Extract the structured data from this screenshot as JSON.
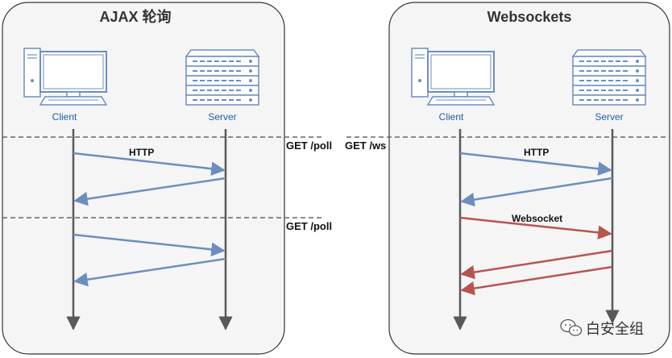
{
  "panels": {
    "left": {
      "title": "AJAX 轮询",
      "client_label": "Client",
      "server_label": "Server"
    },
    "right": {
      "title": "Websockets",
      "client_label": "Client",
      "server_label": "Server"
    }
  },
  "requests": {
    "left_first": "GET /poll",
    "left_second": "GET /poll",
    "right_first": "GET /ws"
  },
  "messages": {
    "left_http": "HTTP",
    "right_http": "HTTP",
    "right_websocket": "Websocket"
  },
  "watermark": {
    "text": "白安全组"
  },
  "colors": {
    "http_arrow": "#6c8ebf",
    "websocket_arrow": "#b85450",
    "lifeline": "#595959",
    "panel_border": "#333333",
    "panel_fill": "#f5f5f5",
    "label_blue": "#1f5ea8"
  }
}
